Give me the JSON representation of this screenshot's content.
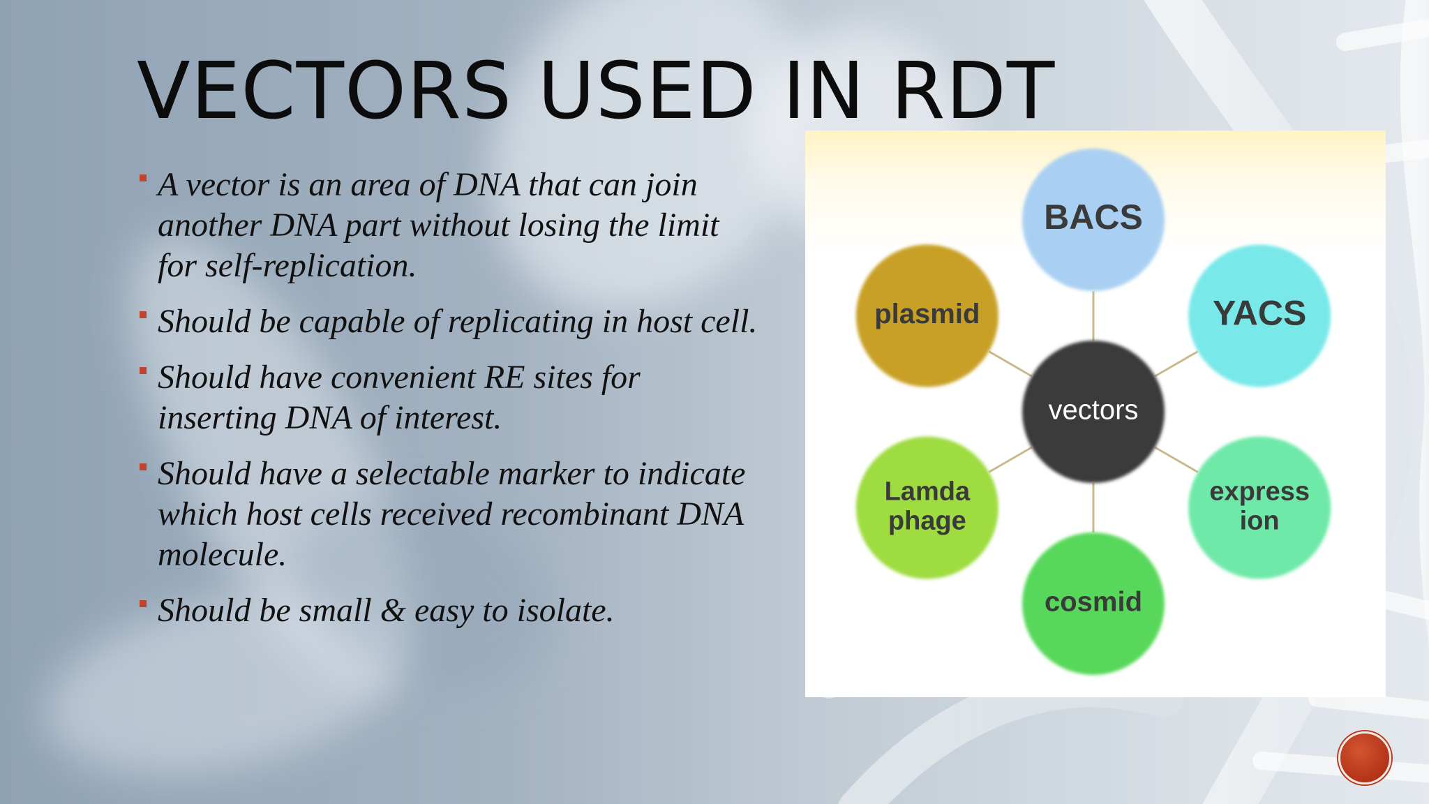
{
  "slide": {
    "title": "VECTORS USED IN RDT",
    "bullets": [
      "A vector is an area of DNA that can join another DNA part without losing the limit for self-replication.",
      "Should be capable of replicating in host cell.",
      "Should have convenient RE sites for inserting DNA of interest.",
      "Should have a selectable marker to indicate which host cells received recombinant DNA molecule.",
      "Should be small & easy to isolate."
    ],
    "bullet_color": "#c0432b"
  },
  "diagram": {
    "center": {
      "label": "vectors",
      "color": "#3b3a3b",
      "text_color": "#ffffff"
    },
    "nodes": [
      {
        "name": "bacs",
        "lines": [
          "BACS"
        ],
        "color": "#a9d0f3"
      },
      {
        "name": "yacs",
        "lines": [
          "YACS"
        ],
        "color": "#79e8e9"
      },
      {
        "name": "expression",
        "lines": [
          "express",
          "ion"
        ],
        "color": "#6ee9a8"
      },
      {
        "name": "cosmid",
        "lines": [
          "cosmid"
        ],
        "color": "#59d85a"
      },
      {
        "name": "lamda-phage",
        "lines": [
          "Lamda",
          "phage"
        ],
        "color": "#9fdc3f"
      },
      {
        "name": "plasmid",
        "lines": [
          "plasmid"
        ],
        "color": "#c9a028"
      }
    ],
    "node_text_color": "#3a3a3a",
    "connector_color": "#c9b98a"
  },
  "badge": {
    "icon": "slide-number-badge",
    "color": "#b8381c"
  }
}
